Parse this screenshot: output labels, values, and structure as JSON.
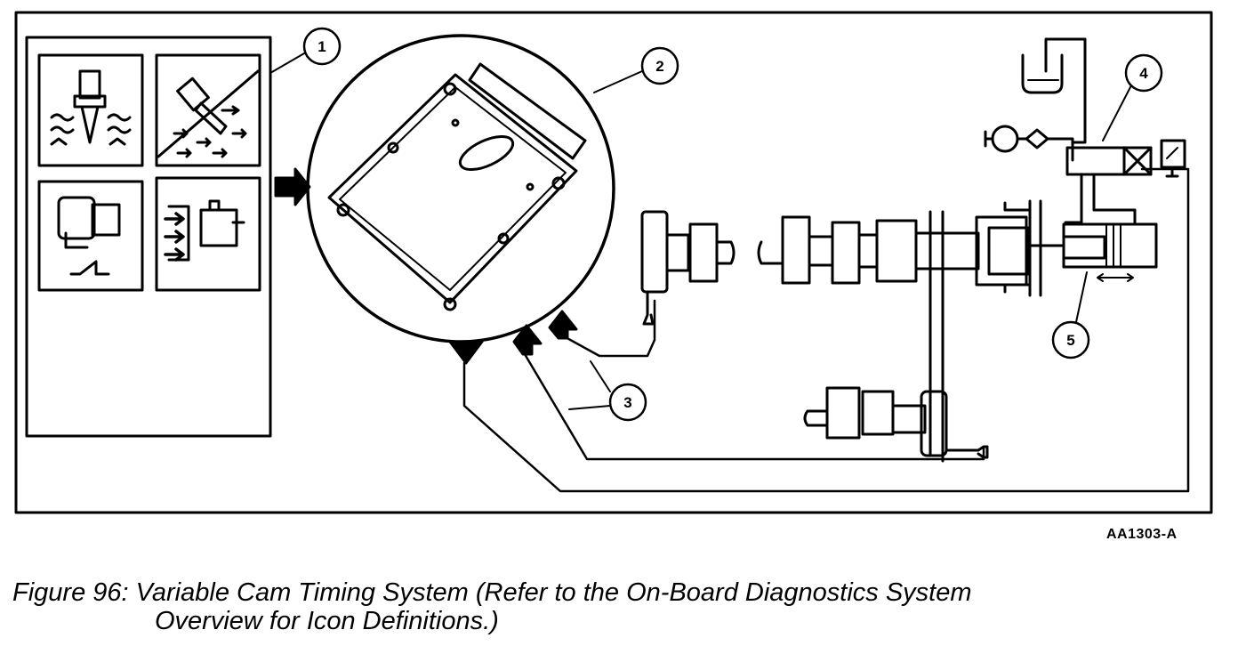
{
  "diagram": {
    "callouts": [
      "1",
      "2",
      "3",
      "4",
      "5"
    ],
    "figure_id": "AA1303-A"
  },
  "caption": {
    "line1": "Figure 96: Variable Cam Timing System (Refer to the On-Board Diagnostics System",
    "line2": "Overview for Icon Definitions.)"
  }
}
